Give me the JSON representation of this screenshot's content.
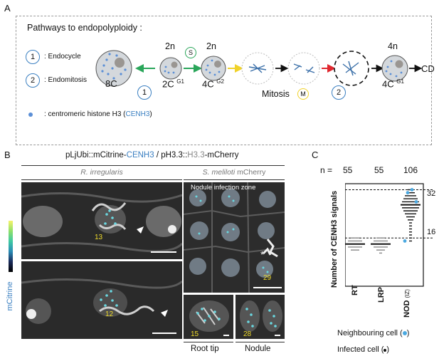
{
  "panel_a": {
    "letter": "A",
    "title": "Pathways to endopolyploidy :",
    "legend": [
      {
        "num": "1",
        "label": ": Endocycle"
      },
      {
        "num": "2",
        "label": ": Endomitosis"
      }
    ],
    "cenh3_legend_prefix": ": centromeric histone H3 (",
    "cenh3_legend_name": "CENH3",
    "cenh3_legend_suffix": ")",
    "cells": {
      "c8": "8C",
      "c2": "2C",
      "c2_phase": "G1",
      "c4": "4C",
      "c4_phase": "G2",
      "c4b": "4C",
      "c4b_phase": "G1"
    },
    "ploidy_2n": "2n",
    "ploidy_2n_b": "2n",
    "ploidy_4n": "4n",
    "s_phase": "S",
    "mitosis_label": "Mitosis",
    "mitosis_badge": "M",
    "cd_label": "CD",
    "path1_num": "1",
    "path2_num": "2",
    "colors": {
      "green": "#2aa65a",
      "yellow": "#f0d22a",
      "red": "#e0282f",
      "blue": "#3a7fc1",
      "cell_fill": "#d4d8dc",
      "dot": "#5b8fd6"
    }
  },
  "panel_b": {
    "letter": "B",
    "construct_a": "pLjUbi::mCitrine-",
    "construct_b": "CENH3",
    "construct_c": " / pH3.3::",
    "construct_d": "H3.3",
    "construct_e": "-mCherry",
    "title_left": "R. irregularis",
    "title_right_it": "S. meliloti",
    "title_right": " mCherry",
    "zone_label": "Nodule infection zone",
    "mcitrine_label": "mCitrine",
    "numbers": {
      "n13": "13",
      "n12": "12",
      "n29": "29",
      "n15": "15",
      "n28": "28"
    },
    "asterisk": "*",
    "bottom_left": "Root tip",
    "bottom_right": "Nodule"
  },
  "panel_c": {
    "letter": "C",
    "n_prefix": "n =",
    "counts": [
      "55",
      "55",
      "106"
    ],
    "ylabel": "Number of CENH3 signals",
    "categories": [
      "RT",
      "LRP",
      "NOD"
    ],
    "nod_sub": "(IZ)",
    "line_32": "32",
    "line_16": "16",
    "legend_neighbour": "Neighbouring cell (",
    "legend_infected": "Infected cell (",
    "legend_close": ")"
  },
  "chart_data": {
    "type": "scatter",
    "title": "",
    "xlabel": "",
    "ylabel": "Number of CENH3 signals",
    "categories": [
      "RT",
      "LRP",
      "NOD (IZ)"
    ],
    "n": [
      55,
      55,
      106
    ],
    "ylim": [
      0,
      34
    ],
    "reference_lines": [
      16,
      32
    ],
    "series": [
      {
        "name": "RT",
        "median": 14,
        "range": [
          12,
          16
        ]
      },
      {
        "name": "LRP",
        "median": 14,
        "range": [
          11,
          16
        ]
      },
      {
        "name": "NOD (IZ)",
        "median": 27,
        "range": [
          15,
          32
        ]
      }
    ]
  }
}
